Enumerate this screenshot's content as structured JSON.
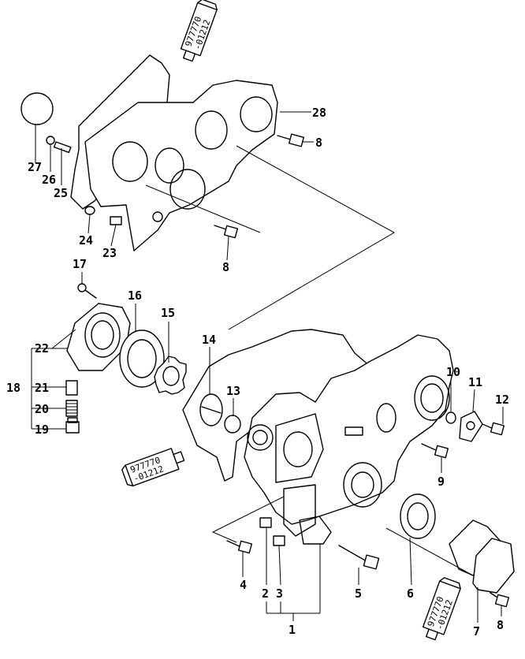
{
  "sealant_tube": {
    "line1": "977770",
    "line2": "-01212"
  },
  "callouts": {
    "c1": "1",
    "c2": "2",
    "c3": "3",
    "c4": "4",
    "c5": "5",
    "c6": "6",
    "c7": "7",
    "c8a": "8",
    "c8b": "8",
    "c8c": "8",
    "c9": "9",
    "c10": "10",
    "c11": "11",
    "c12": "12",
    "c13": "13",
    "c14": "14",
    "c15": "15",
    "c16": "16",
    "c17": "17",
    "c18": "18",
    "c19": "19",
    "c20": "20",
    "c21": "21",
    "c22": "22",
    "c23": "23",
    "c24": "24",
    "c25": "25",
    "c26": "26",
    "c27": "27",
    "c28": "28"
  }
}
